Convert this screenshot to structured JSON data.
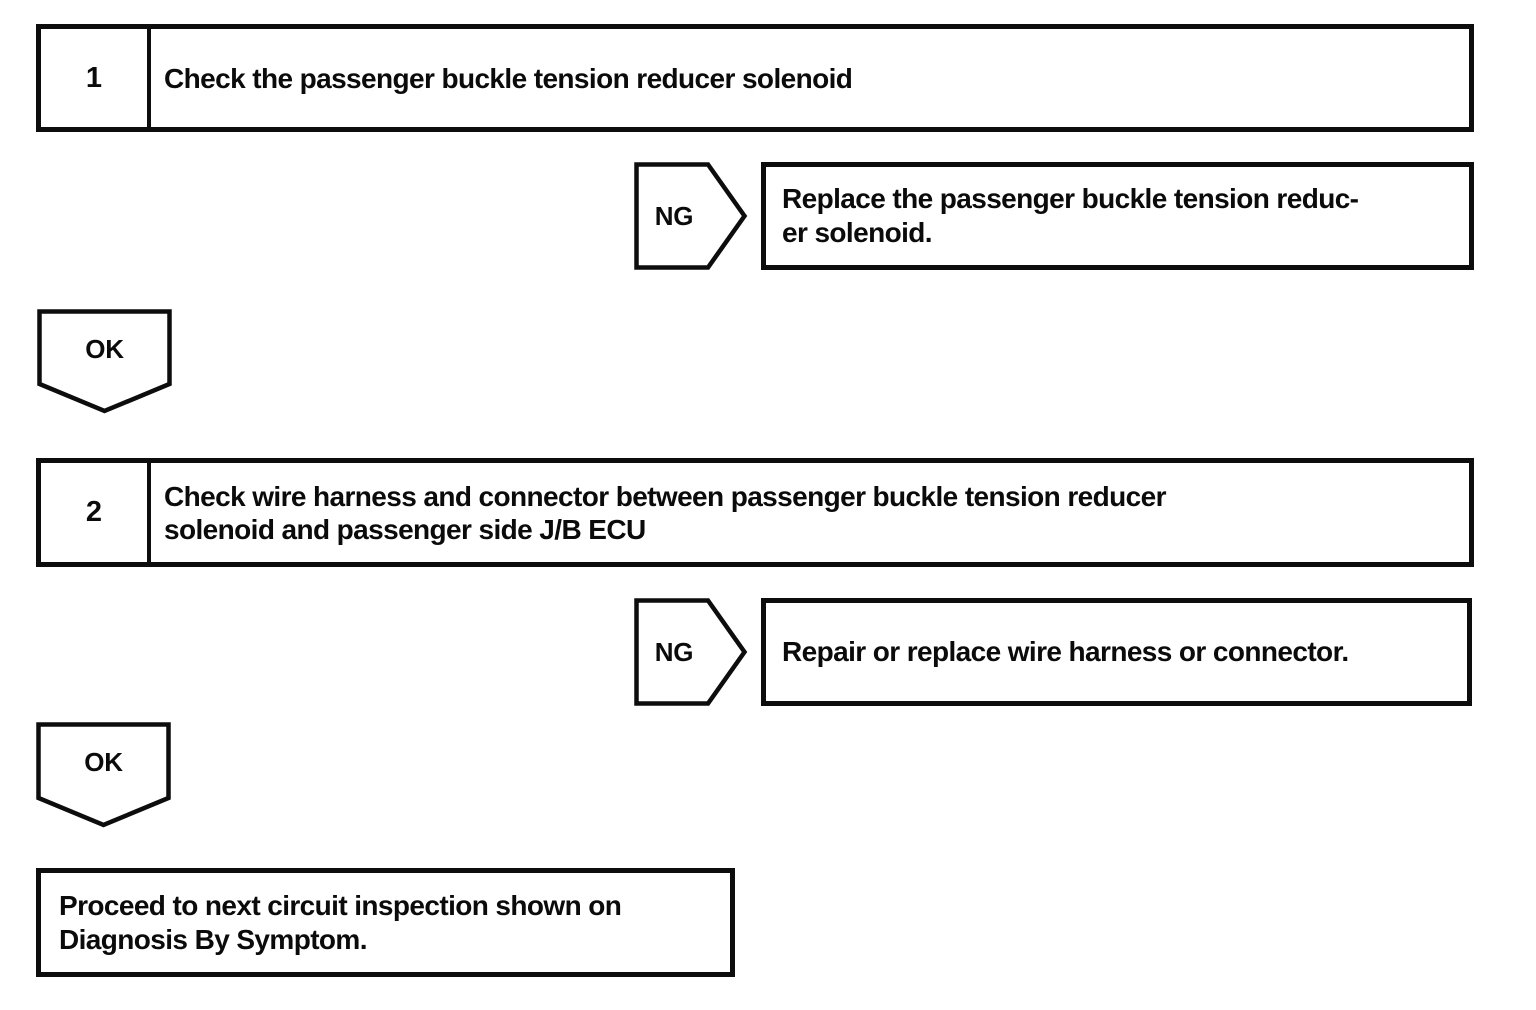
{
  "page": {
    "background": "#ffffff",
    "line_color": "#0d0d0d"
  },
  "flowchart": {
    "steps": [
      {
        "number": "1",
        "title_lines": [
          "Check the passenger buckle tension reducer solenoid"
        ],
        "ng_label": "NG",
        "ng_action_lines": [
          "Replace the passenger buckle tension reduc-",
          "er solenoid."
        ],
        "ok_label": "OK"
      },
      {
        "number": "2",
        "title_lines": [
          "Check wire harness and connector between passenger buckle tension reducer",
          "solenoid and passenger side J/B ECU"
        ],
        "ng_label": "NG",
        "ng_action_lines": [
          "Repair or replace wire harness or connector."
        ],
        "ok_label": "OK"
      }
    ],
    "terminal": {
      "lines": [
        "Proceed to next circuit inspection shown on",
        "Diagnosis By Symptom."
      ]
    }
  }
}
